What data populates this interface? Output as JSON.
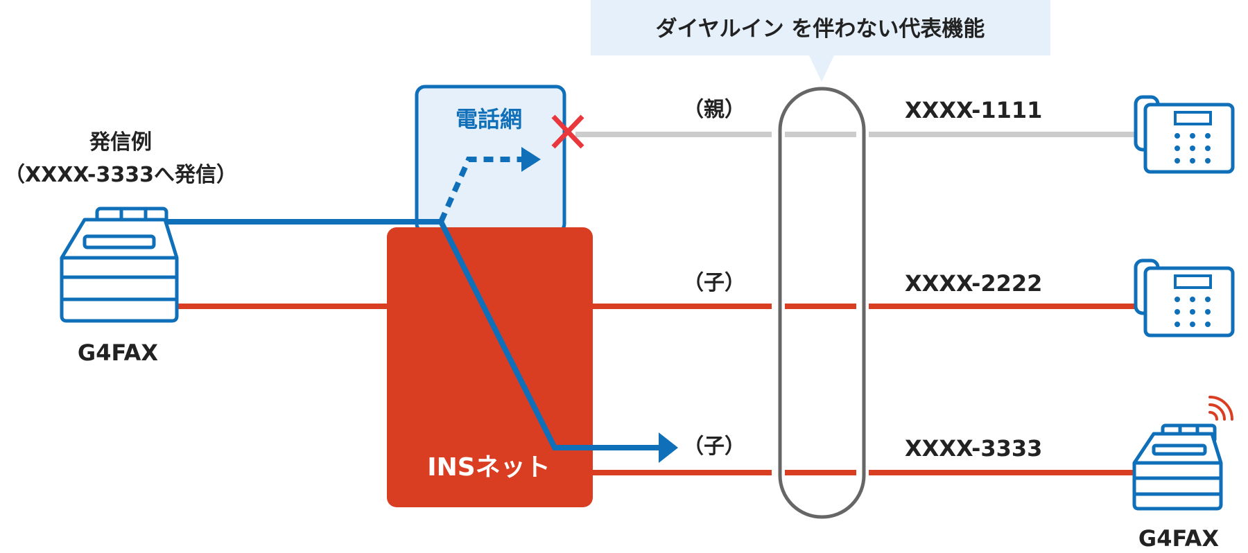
{
  "callout": {
    "label": "ダイヤルイン を伴わない代表機能"
  },
  "sender": {
    "caption_line1": "発信例",
    "caption_line2": "（XXXX-3333へ発信）",
    "device_label": "G4FAX"
  },
  "phone_network": {
    "label": "電話網"
  },
  "ins_net": {
    "label": "INSネット"
  },
  "lines": [
    {
      "role": "（親）",
      "number": "XXXX-1111",
      "status": "blocked"
    },
    {
      "role": "（子）",
      "number": "XXXX-2222",
      "status": "active"
    },
    {
      "role": "（子）",
      "number": "XXXX-3333",
      "status": "active"
    }
  ],
  "receivers": [
    {
      "device": "telephone-icon"
    },
    {
      "device": "telephone-icon"
    },
    {
      "device": "fax-icon",
      "label": "G4FAX"
    }
  ],
  "colors": {
    "ins_red": "#d93e23",
    "route_blue": "#0f6fb8",
    "network_fill": "#e6f0fa",
    "callout_fill": "#e6f0fa",
    "gray_line": "#cccccc",
    "cross_red": "#e8383d",
    "text_dark": "#222222"
  }
}
